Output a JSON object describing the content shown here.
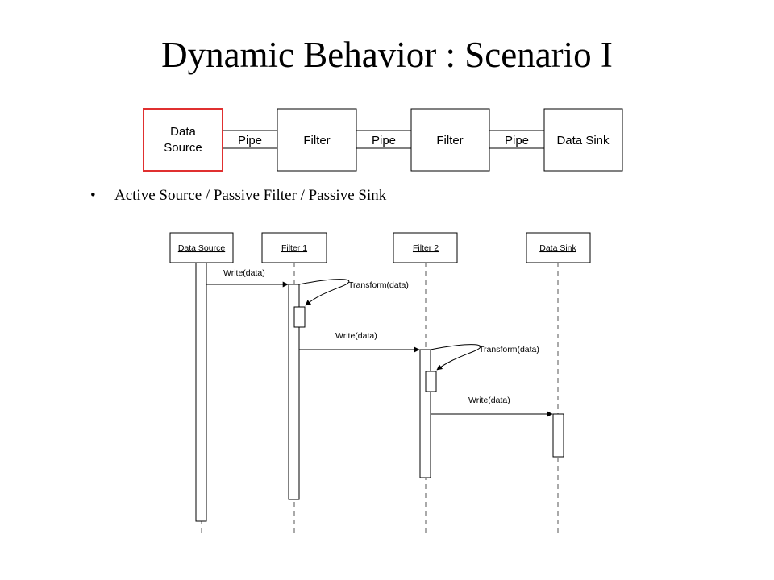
{
  "title": "Dynamic Behavior : Scenario I",
  "bullet": {
    "marker": "•",
    "text": "Active Source / Passive Filter / Passive Sink"
  },
  "pipeline": {
    "source_line1": "Data",
    "source_line2": "Source",
    "pipe_label": "Pipe",
    "filter_label": "Filter",
    "sink_label": "Data Sink",
    "highlight_color": "#e03030"
  },
  "sequence": {
    "lifelines": [
      "Data Source",
      "Filter 1",
      "Filter 2",
      "Data Sink"
    ],
    "messages": {
      "m1": "Write(data)",
      "m2": "Transform(data)",
      "m3": "Write(data)",
      "m4": "Transform(data)",
      "m5": "Write(data)"
    }
  }
}
